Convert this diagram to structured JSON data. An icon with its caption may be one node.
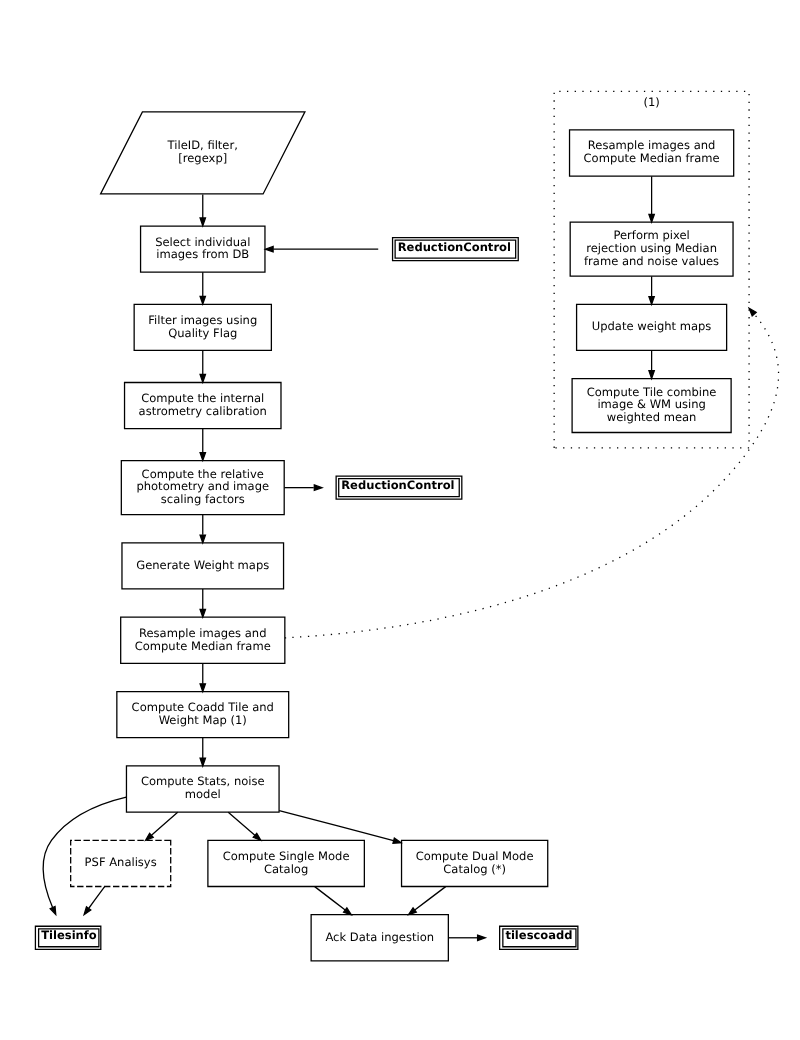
{
  "diagram": {
    "nodes": [
      {
        "text": [
          "TileID, filter, [regexp]"
        ]
      },
      {
        "text": [
          "Select individual images from DB"
        ]
      },
      {
        "text": [
          "ReductionControl"
        ]
      },
      {
        "text": [
          "Filter images using Quality Flag"
        ]
      },
      {
        "text": [
          "Compute the internal astrometry calibration"
        ]
      },
      {
        "text": [
          "Compute the relative photometry and image scaling factors"
        ]
      },
      {
        "text": [
          "ReductionControl"
        ]
      },
      {
        "text": [
          "Generate Weight maps"
        ]
      },
      {
        "text": [
          "Resample images and Compute Median frame"
        ]
      },
      {
        "text": [
          "(1)"
        ]
      },
      {
        "text": [
          "Resample images and Compute Median frame"
        ],
        "in": 9
      },
      {
        "text": [
          "Perform pixel rejection using Median frame and noise values"
        ],
        "in": 9
      },
      {
        "text": [
          "Update weight maps"
        ],
        "in": 9
      },
      {
        "text": [
          "Compute Tile combine image & WM using weighted mean"
        ],
        "in": 9
      },
      {
        "text": [
          "Compute Coadd Tile and Weight Map (1)"
        ]
      },
      {
        "text": [
          "Tilesinfo"
        ]
      },
      {
        "text": [
          "Compute Stats, noise model"
        ]
      },
      {
        "text": [
          "PSF Analisys"
        ]
      },
      {
        "text": [
          "Compute Single Mode Catalog"
        ]
      },
      {
        "text": [
          "Compute Dual Mode Catalog (*)"
        ]
      },
      {
        "text": [
          "Ack Data ingestion"
        ]
      },
      {
        "text": [
          "tilescoadd"
        ]
      }
    ],
    "edges": [
      {
        "from": 0,
        "to": 1,
        "arrow": "to"
      },
      {
        "from": 2,
        "to": 1,
        "arrow": "to"
      },
      {
        "from": 1,
        "to": 3,
        "arrow": "to"
      },
      {
        "from": 3,
        "to": 4,
        "arrow": "to"
      },
      {
        "from": 4,
        "to": 5,
        "arrow": "to"
      },
      {
        "from": 5,
        "to": 6,
        "arrow": "to"
      },
      {
        "from": 5,
        "to": 7,
        "arrow": "to"
      },
      {
        "from": 7,
        "to": 8,
        "arrow": "to"
      },
      {
        "from": 8,
        "to": 9,
        "arrow": "to",
        "style": "dashed"
      },
      {
        "from": 10,
        "to": 11,
        "arrow": "to"
      },
      {
        "from": 11,
        "to": 12,
        "arrow": "to"
      },
      {
        "from": 12,
        "to": 13,
        "arrow": "to"
      },
      {
        "from": 8,
        "to": 14,
        "arrow": "to"
      },
      {
        "from": 14,
        "to": 16,
        "arrow": "to"
      },
      {
        "from": 16,
        "to": 15,
        "arrow": "to"
      },
      {
        "from": 16,
        "to": 17,
        "arrow": "to"
      },
      {
        "from": 17,
        "to": 15,
        "arrow": "to"
      },
      {
        "from": 16,
        "to": 18,
        "arrow": "to"
      },
      {
        "from": 16,
        "to": 19,
        "arrow": "to"
      },
      {
        "from": 18,
        "to": 20,
        "arrow": "to"
      },
      {
        "from": 19,
        "to": 20,
        "arrow": "to"
      },
      {
        "from": 20,
        "to": 21,
        "arrow": "to"
      }
    ]
  }
}
